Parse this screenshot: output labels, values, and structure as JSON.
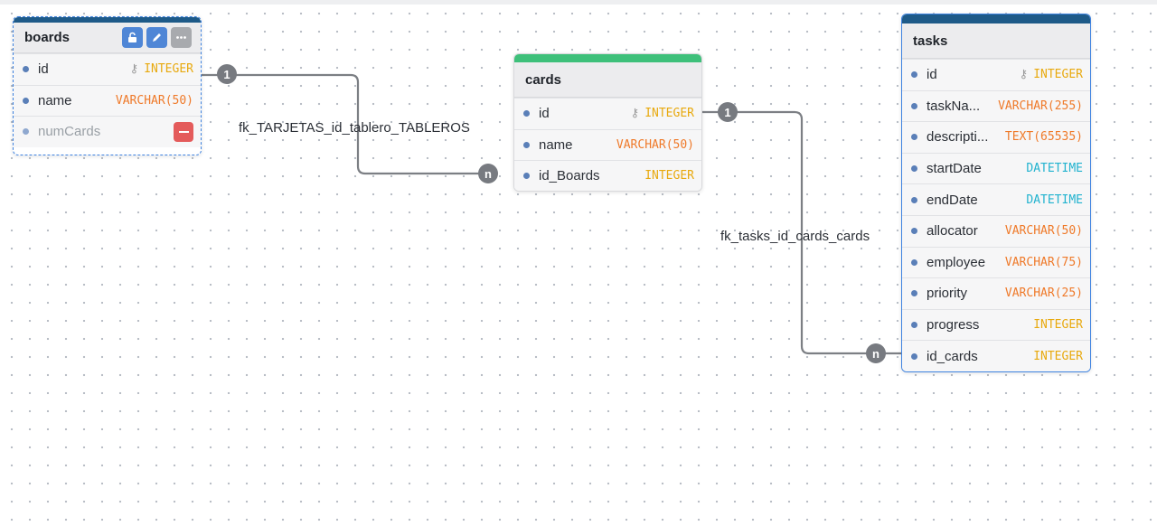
{
  "tables": {
    "boards": {
      "title": "boards",
      "fields": [
        {
          "name": "id",
          "type": "INTEGER",
          "pk": true
        },
        {
          "name": "name",
          "type": "VARCHAR(50)"
        },
        {
          "name": "numCards",
          "type": ""
        }
      ]
    },
    "cards": {
      "title": "cards",
      "fields": [
        {
          "name": "id",
          "type": "INTEGER",
          "pk": true
        },
        {
          "name": "name",
          "type": "VARCHAR(50)"
        },
        {
          "name": "id_Boards",
          "type": "INTEGER"
        }
      ]
    },
    "tasks": {
      "title": "tasks",
      "fields": [
        {
          "name": "id",
          "type": "INTEGER",
          "pk": true
        },
        {
          "name": "taskNa...",
          "type": "VARCHAR(255)"
        },
        {
          "name": "descripti...",
          "type": "TEXT(65535)"
        },
        {
          "name": "startDate",
          "type": "DATETIME"
        },
        {
          "name": "endDate",
          "type": "DATETIME"
        },
        {
          "name": "allocator",
          "type": "VARCHAR(50)"
        },
        {
          "name": "employee",
          "type": "VARCHAR(75)"
        },
        {
          "name": "priority",
          "type": "VARCHAR(25)"
        },
        {
          "name": "progress",
          "type": "INTEGER"
        },
        {
          "name": "id_cards",
          "type": "INTEGER"
        }
      ]
    }
  },
  "relations": {
    "boards_cards": {
      "label": "fk_TARJETAS_id_tablero_TABLEROS",
      "from_cardinality": "1",
      "to_cardinality": "n"
    },
    "cards_tasks": {
      "label": "fk_tasks_id_cards_cards",
      "from_cardinality": "1",
      "to_cardinality": "n"
    }
  },
  "icons": {
    "primary_key": "key-icon",
    "lock": "unlock-icon",
    "edit": "pencil-icon",
    "more": "more-icon",
    "remove": "minus-icon"
  },
  "colors": {
    "table_cap_dark": "#1e5a88",
    "table_cap_green": "#3ec07a",
    "selection_blue": "#3f83e0",
    "type_integer": "#e8a90e",
    "type_varchar": "#ef7a2a",
    "type_datetime": "#22b3cf",
    "remove_red": "#e45b5b",
    "edge_gray": "#777a80"
  }
}
